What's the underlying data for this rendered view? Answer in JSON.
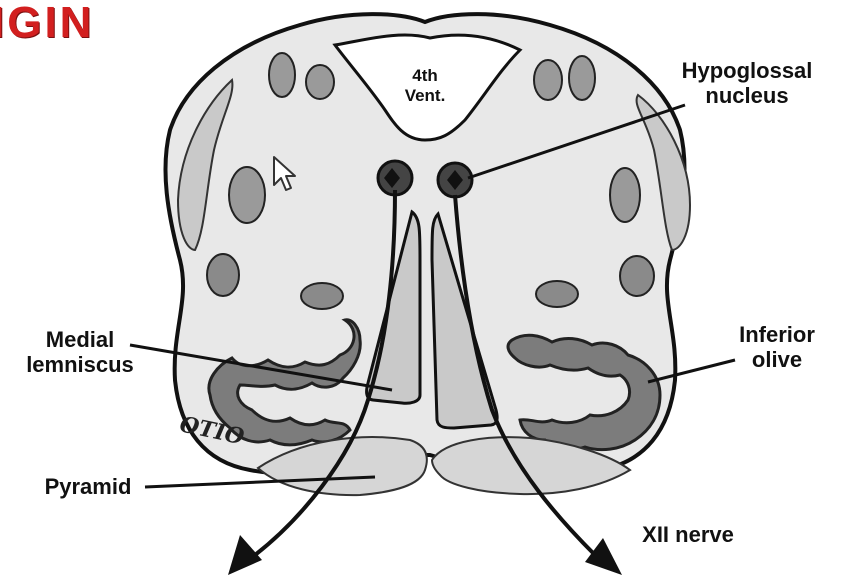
{
  "title_fragment": "IGIN",
  "labels": {
    "fourth_ventricle": [
      "4th",
      "Vent."
    ],
    "hypoglossal_nucleus": [
      "Hypoglossal",
      "nucleus"
    ],
    "medial_lemniscus": [
      "Medial",
      "lemniscus"
    ],
    "inferior_olive": [
      "Inferior",
      "olive"
    ],
    "pyramid": "Pyramid",
    "xii_nerve": "XII nerve",
    "handwritten_mark": "OTIO"
  },
  "colors": {
    "title": "#d21f1f",
    "medulla_fill": "#e8e8e8",
    "olive_fill": "#7c7c7c",
    "outline": "#111111"
  },
  "icons": [
    "mouse-pointer-icon"
  ]
}
